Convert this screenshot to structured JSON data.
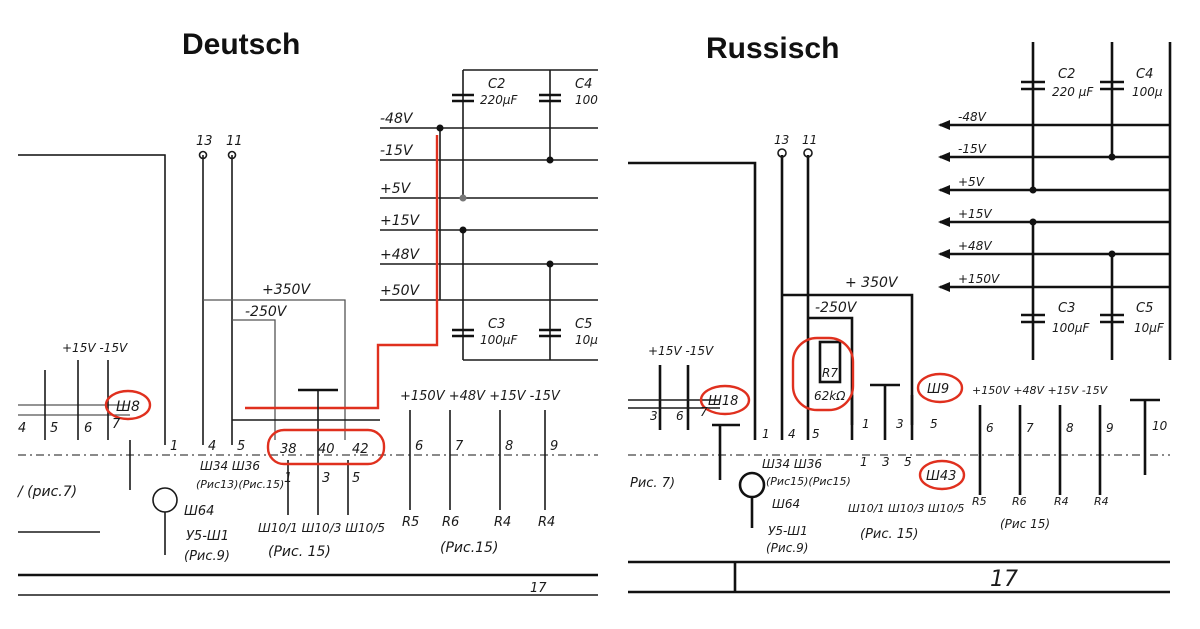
{
  "titles": {
    "left": "Deutsch",
    "right": "Russisch"
  },
  "german": {
    "rails": [
      "-48V",
      "-15V",
      "+5V",
      "+15V",
      "+48V",
      "+50V"
    ],
    "caps": [
      {
        "name": "C2",
        "value": "220µF"
      },
      {
        "name": "C4",
        "value": "100"
      },
      {
        "name": "C3",
        "value": "100µF"
      },
      {
        "name": "C5",
        "value": "10µ"
      }
    ],
    "pins_top": [
      "13",
      "11"
    ],
    "supply_high": "+350V",
    "supply_neg": "-250V",
    "left_supply": "+15V -15V",
    "connector_w8": "Ш8",
    "pins_mid": [
      "4",
      "5",
      "6",
      "7",
      "1",
      "4",
      "5"
    ],
    "plug_pins": [
      "38",
      "40",
      "42"
    ],
    "plug_pins_low": [
      "1",
      "3",
      "5"
    ],
    "right_supplies": "+150V +48V +15V -15V",
    "right_pins": [
      "6",
      "7",
      "8",
      "9"
    ],
    "resistors": [
      "R5",
      "R6",
      "R4",
      "R4"
    ],
    "labels_bottom": [
      "Ш34 Ш36",
      "(Рис13)(Рис.15)",
      "Ш64",
      "У5-Ш1",
      "(Рис.9)",
      "Ш10/1 Ш10/3 Ш10/5",
      "(Рис. 15)",
      "(Рис.15)",
      "/ (рис.7)"
    ],
    "page": "17"
  },
  "russian": {
    "rails": [
      "-48V",
      "-15V",
      "+5V",
      "+15V",
      "+48V",
      "+150V"
    ],
    "caps": [
      {
        "name": "C2",
        "value": "220 µF"
      },
      {
        "name": "C4",
        "value": "100µ"
      },
      {
        "name": "C3",
        "value": "100µF"
      },
      {
        "name": "C5",
        "value": "10µF"
      }
    ],
    "pins_top": [
      "13",
      "11"
    ],
    "supply_high": "+ 350V",
    "supply_neg": "-250V",
    "left_supply": "+15V -15V",
    "resistor": {
      "name": "R7",
      "value": "62kΩ"
    },
    "connector_w18": "Ш18",
    "connector_w9": "Ш9",
    "connector_w43": "Ш43",
    "pins_mid": [
      "3",
      "6",
      "7",
      "1",
      "4",
      "5",
      "1",
      "3",
      "5"
    ],
    "plug_pins": [
      "1",
      "3",
      "5"
    ],
    "right_supplies": "+150V +48V +15V -15V",
    "right_pins": [
      "6",
      "7",
      "8",
      "9",
      "10"
    ],
    "resistors": [
      "R5",
      "R6",
      "R4",
      "R4"
    ],
    "labels_bottom": [
      "Ш34 Ш36",
      "(Рис15)(Рис15)",
      "Ш64",
      "У5-Ш1",
      "(Рис.9)",
      "Ш10/1 Ш10/3 Ш10/5",
      "(Рис. 15)",
      "(Рис 15)",
      "Рис. 7)"
    ],
    "page": "17"
  }
}
